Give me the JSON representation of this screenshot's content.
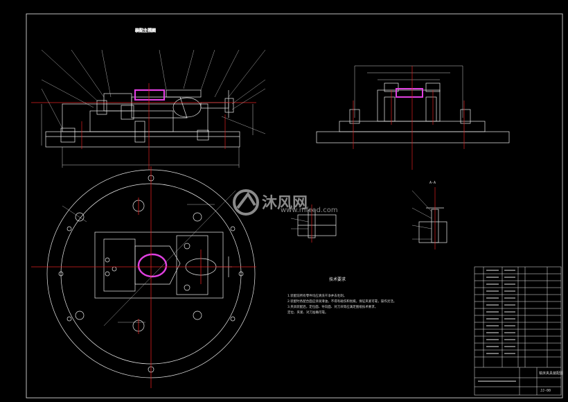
{
  "drawing": {
    "title_block_name": "铣床夹具装配图",
    "tech_requirements_heading": "技术要求",
    "tech_notes": [
      "1.装配前所有零件均应清洗干净并去毛刺。",
      "2.装配时各配合面应涂润滑油，不得有碰伤和划痕，保证夹紧可靠，操作灵活。",
      "3.夹具装配后，定位面、导向面、对刀块等应满足图纸技术要求，",
      "   定位、夹紧、对刀准确可靠。"
    ],
    "drawing_number": "JJ-00",
    "view_label": "A-A",
    "watermark_brand": "沐风网",
    "watermark_url": "www.mfcad.com"
  }
}
